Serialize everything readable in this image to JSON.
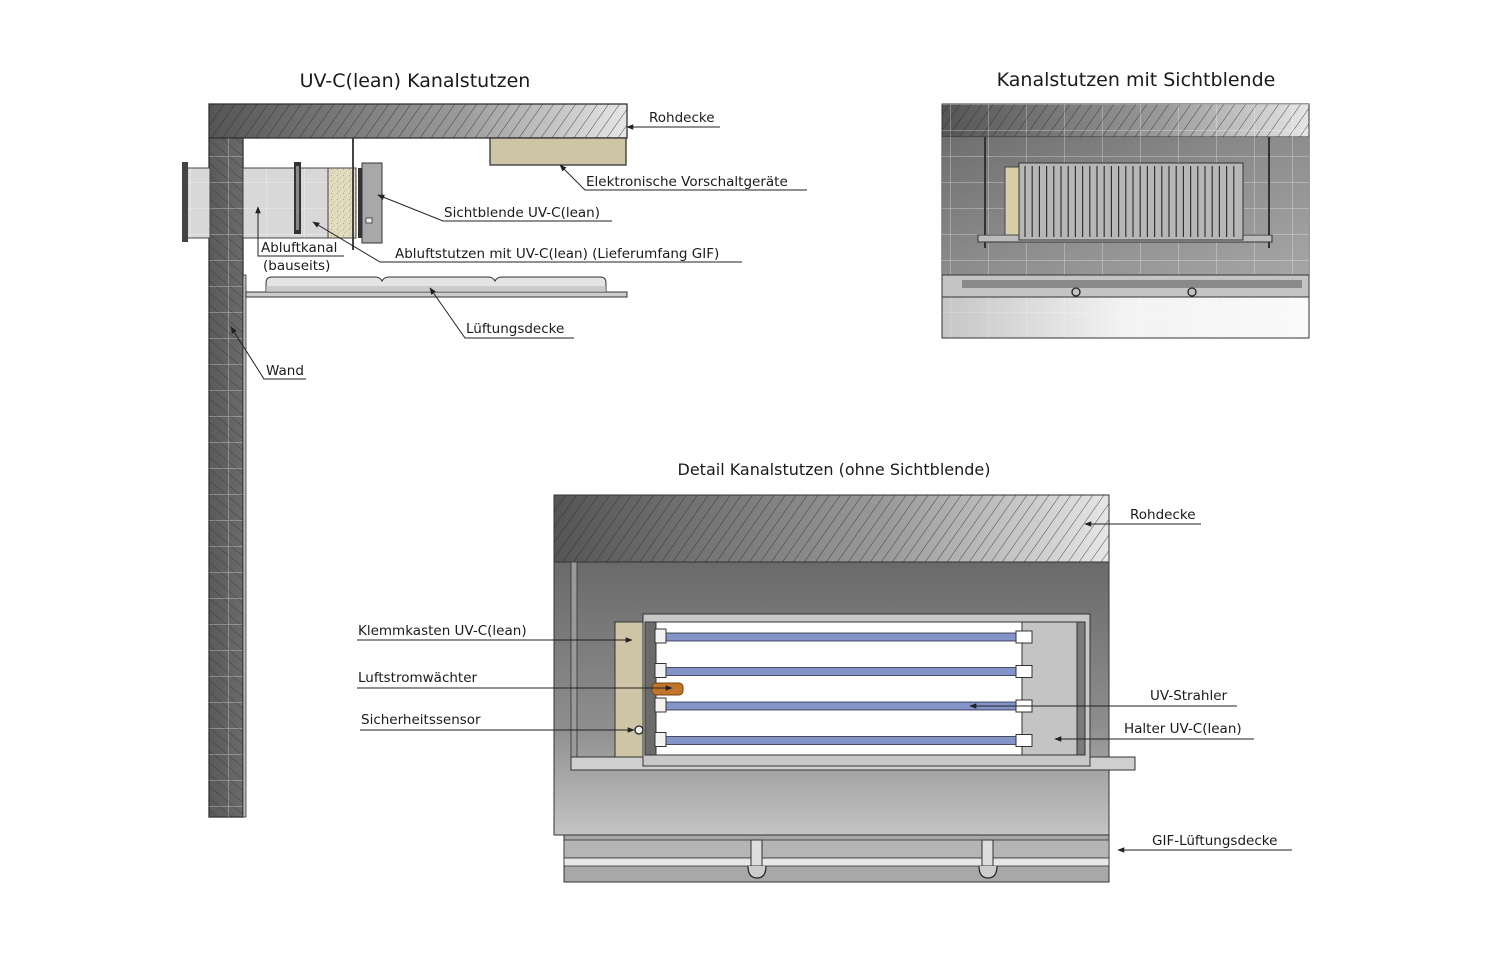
{
  "figure": {
    "views": [
      {
        "id": "section",
        "title": "UV-C(lean) Kanalstutzen",
        "labels": {
          "rohdecke": "Rohdecke",
          "vorschaltgeraete": "Elektronische Vorschaltgeräte",
          "sichtblende": "Sichtblende UV-C(lean)",
          "abluftkanal_1": "Abluftkanal",
          "abluftkanal_2": "(bauseits)",
          "abluftstutzen": "Abluftstutzen mit UV-C(lean) (Lieferumfang GIF)",
          "lueftungsdecke": "Lüftungsdecke",
          "wand": "Wand"
        }
      },
      {
        "id": "front-with-cover",
        "title": "Kanalstutzen mit Sichtblende"
      },
      {
        "id": "detail",
        "title": "Detail Kanalstutzen (ohne Sichtblende)",
        "labels": {
          "rohdecke": "Rohdecke",
          "klemmkasten": "Klemmkasten UV-C(lean)",
          "luftstromwaechter": "Luftstromwächter",
          "sicherheitssensor": "Sicherheitssensor",
          "uv_strahler": "UV-Strahler",
          "halter": "Halter UV-C(lean)",
          "gif_lueftungsdecke": "GIF-Lüftungsdecke"
        },
        "uv_lamp_count": 4
      }
    ],
    "colors": {
      "concrete_dark": "#5a5a5a",
      "concrete_light": "#e0e0e0",
      "ballast_beige": "#cdc5a5",
      "uv_lamp_blue": "#8494c8",
      "airflow_sensor_orange": "#c0752a",
      "duct_gray": "#d6d6d6",
      "frame_gray": "#6b6b6b"
    }
  }
}
